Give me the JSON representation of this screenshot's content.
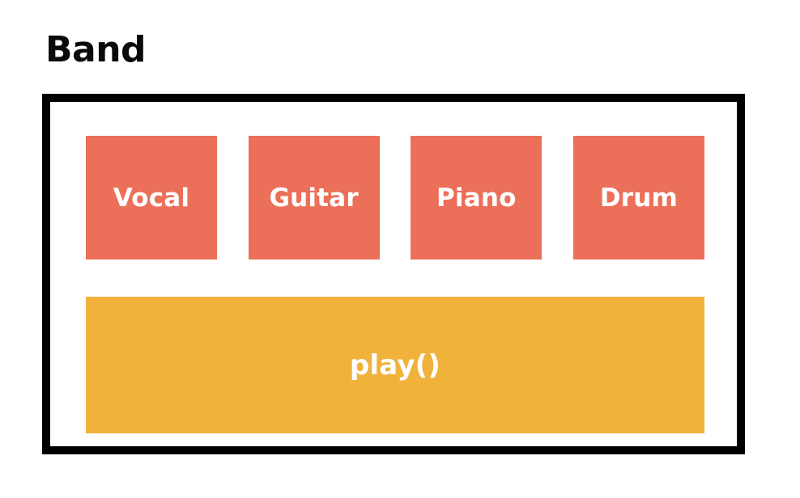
{
  "diagram": {
    "title": "Band",
    "type": "class-composition-diagram",
    "colors": {
      "member_fill": "#ec6f59",
      "method_fill": "#f1b23c",
      "frame_stroke": "#000000",
      "label_text": "#ffffff",
      "title_text": "#0a0a0a",
      "background": "#ffffff"
    },
    "members": [
      {
        "label": "Vocal"
      },
      {
        "label": "Guitar"
      },
      {
        "label": "Piano"
      },
      {
        "label": "Drum"
      }
    ],
    "methods": [
      {
        "label": "play()"
      }
    ]
  }
}
